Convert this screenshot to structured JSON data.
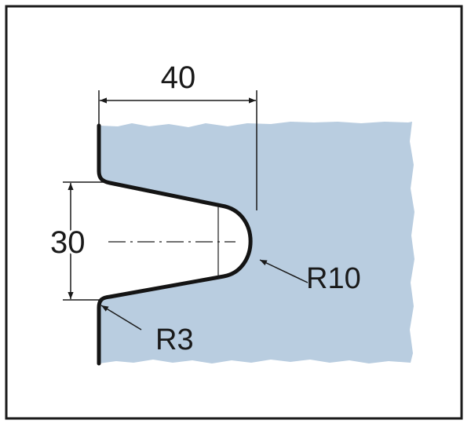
{
  "diagram": {
    "dimensions": {
      "width_label": "40",
      "height_label": "30"
    },
    "radii": {
      "large_label": "R10",
      "small_label": "R3"
    },
    "colors": {
      "part_fill": "#b9cde0",
      "profile_stroke": "#141414",
      "frame_stroke": "#1a1a1a",
      "dimension_stroke": "#1a1a1a",
      "background": "#ffffff"
    }
  }
}
